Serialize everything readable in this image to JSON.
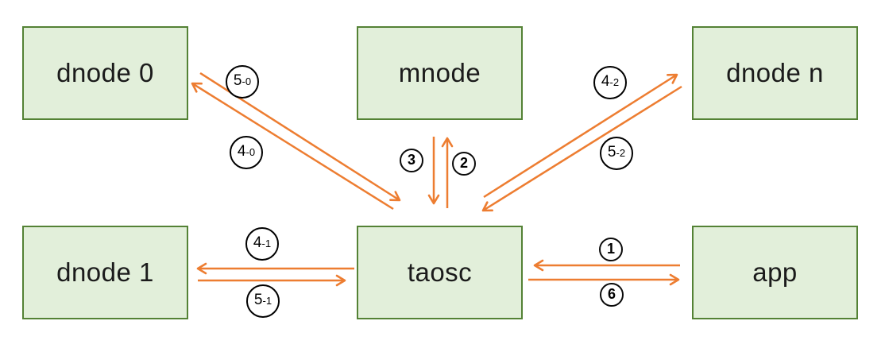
{
  "diagram": {
    "type": "architecture-flow",
    "description": "Client taosc mediates between app, mnode and data nodes with numbered request/response steps"
  },
  "colors": {
    "node_fill": "#e2efda",
    "node_border": "#548235",
    "arrow": "#ed7d31",
    "label_text": "#000000"
  },
  "nodes": [
    {
      "id": "dnode-0",
      "label": "dnode 0"
    },
    {
      "id": "mnode",
      "label": "mnode"
    },
    {
      "id": "dnode-n",
      "label": "dnode n"
    },
    {
      "id": "dnode-1",
      "label": "dnode 1"
    },
    {
      "id": "taosc",
      "label": "taosc"
    },
    {
      "id": "app",
      "label": "app"
    }
  ],
  "labels": [
    {
      "id": "5-0",
      "text": "5-0"
    },
    {
      "id": "4-0",
      "text": "4-0"
    },
    {
      "id": "3",
      "text": "3"
    },
    {
      "id": "2",
      "text": "2"
    },
    {
      "id": "4-2",
      "text": "4-2"
    },
    {
      "id": "5-2",
      "text": "5-2"
    },
    {
      "id": "4-1",
      "text": "4-1"
    },
    {
      "id": "5-1",
      "text": "5-1"
    },
    {
      "id": "1",
      "text": "1"
    },
    {
      "id": "6",
      "text": "6"
    }
  ],
  "edges": [
    {
      "label": "1",
      "from": "app",
      "to": "taosc"
    },
    {
      "label": "2",
      "from": "taosc",
      "to": "mnode"
    },
    {
      "label": "3",
      "from": "mnode",
      "to": "taosc"
    },
    {
      "label": "4-0",
      "from": "taosc",
      "to": "dnode 0"
    },
    {
      "label": "5-0",
      "from": "dnode 0",
      "to": "taosc"
    },
    {
      "label": "4-1",
      "from": "taosc",
      "to": "dnode 1"
    },
    {
      "label": "5-1",
      "from": "dnode 1",
      "to": "taosc"
    },
    {
      "label": "4-2",
      "from": "taosc",
      "to": "dnode n"
    },
    {
      "label": "5-2",
      "from": "dnode n",
      "to": "taosc"
    },
    {
      "label": "6",
      "from": "taosc",
      "to": "app"
    }
  ]
}
